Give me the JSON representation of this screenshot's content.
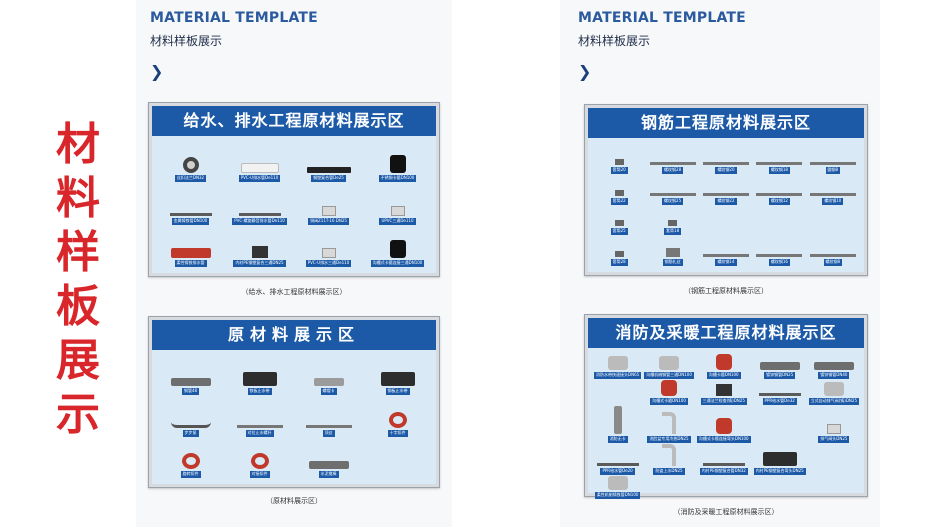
{
  "side_title": "材料样板展示",
  "sheets": [
    {
      "header_en": "MATERIAL TEMPLATE",
      "header_cn": "材料样板展示",
      "arrow": "❯"
    },
    {
      "header_en": "MATERIAL TEMPLATE",
      "header_cn": "材料样板展示",
      "arrow": "❯"
    }
  ],
  "boards": {
    "water": {
      "title": "给水、排水工程原材料展示区",
      "caption": "（给水、排水工程原材料展示区）",
      "items": [
        "丝扣法兰DN32",
        "PVC-U排水管De110",
        "钢塑复合管De25",
        "不锈钢卡箍DN100",
        "金属铸铁管DN100",
        "PVC-螺旋静音排水管De110",
        "铜阀Z11T-16 DN25",
        "UPVC三通De110",
        "柔性铸铁排水管",
        "内衬PE钢塑复合三通DN25",
        "PVC-U排水三通De110",
        "沟槽式卡箍连接三通DN100"
      ]
    },
    "raw": {
      "title": "原材料展示区",
      "caption": "（原材料展示区）",
      "items": [
        "钢管48",
        "铁板止水带",
        "螺帽卡",
        "钢板止水带",
        "步步紧",
        "对拉止水螺杆",
        "顶丝",
        "十字扣件",
        "旋转扣件",
        "对接扣件",
        "水泥搅棒"
      ]
    },
    "rebar": {
      "title": "钢筋工程原材料展示区",
      "caption": "（钢筋工程原材料展示区）",
      "items": [
        "套筒20",
        "螺纹钢28",
        "螺纹钢20",
        "螺纹钢18",
        "圆钢8",
        "套筒22",
        "螺纹钢25",
        "螺纹钢22",
        "螺纹钢12",
        "螺纹钢10",
        "套筒25",
        "套筒18",
        "",
        "",
        "",
        "套筒28",
        "钢筋扎丝",
        "螺纹钢14",
        "螺纹钢16",
        "螺纹钢8"
      ]
    },
    "fire": {
      "title": "消防及采暖工程原材料展示区",
      "caption": "（消防及采暖工程原材料展示区）",
      "items": [
        "消防水带快速接头DN65",
        "沟槽机械钢管三通DN100",
        "沟槽卡箍DN100",
        "镀锌钢管DN25",
        "镀锌钢管DN40",
        "",
        "沟槽式卡箍DN100",
        "三通法兰检查(铸)DN25",
        "PPR给水管De32",
        "立式自动排气阀(铸)DN25",
        "消防无卡",
        "洗脸盆专用冷热DN25",
        "沟槽式卡箍连接弯头DN100",
        "",
        "排气阀头DN25",
        "PPR给水管De20",
        "防盗上水DN25",
        "内衬PE钢塑复合管DN32",
        "内衬PE钢塑复合弯头DN25",
        "",
        "柔性机制铸铁管DN100"
      ]
    }
  }
}
